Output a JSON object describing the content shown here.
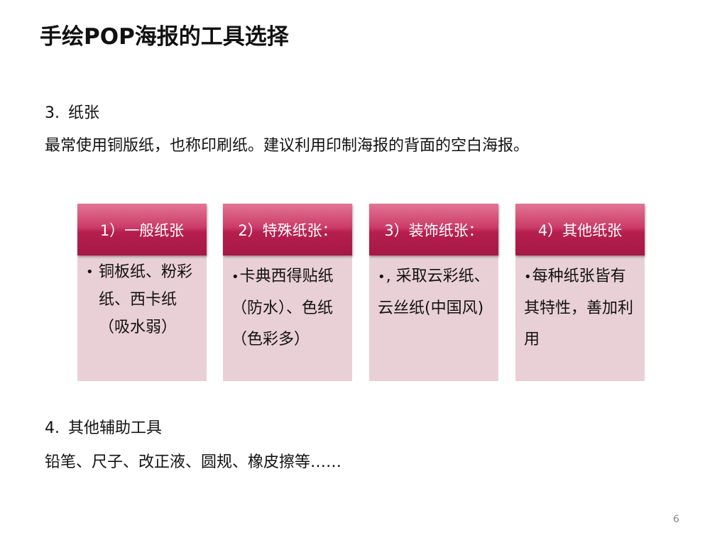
{
  "slide": {
    "title": "手绘POP海报的工具选择",
    "page_number": "6"
  },
  "sections": {
    "paper": {
      "number": "3.",
      "heading": "纸张",
      "body": "最常使用铜版纸，也称印刷纸。建议利用印制海报的背面的空白海报。"
    },
    "other_tools": {
      "number": "4.",
      "heading": "其他辅助工具",
      "body": "铅笔、尺子、改正液、圆规、橡皮擦等……"
    }
  },
  "cards": [
    {
      "header": "1）一般纸张",
      "bullet": "•",
      "body": "铜板纸、粉彩纸、西卡纸（吸水弱）"
    },
    {
      "header": "2）特殊纸张：",
      "bullet": "•",
      "body": "卡典西得贴纸（防水）、色纸（色彩多）"
    },
    {
      "header": "3）装饰纸张：",
      "bullet": "•",
      "body": ", 采取云彩纸、云丝纸(中国风)"
    },
    {
      "header": "4）其他纸张",
      "bullet": "•",
      "body": "每种纸张皆有其特性，善加利用"
    }
  ],
  "colors": {
    "card_header": "#b51f4e",
    "card_body": "#e9d0d7",
    "text": "#111111",
    "page_number": "#8a8a8a"
  }
}
